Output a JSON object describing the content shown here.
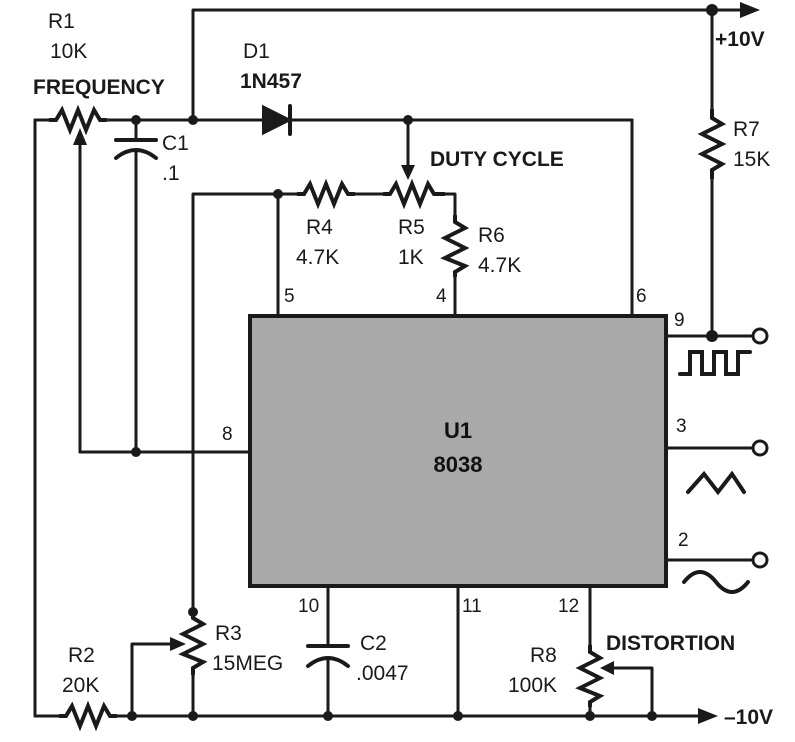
{
  "supply": {
    "positive": "+10V",
    "negative": "–10V"
  },
  "ic": {
    "ref": "U1",
    "part": "8038",
    "body_color": "#a9a9a9",
    "pins": [
      "5",
      "4",
      "6",
      "9",
      "8",
      "3",
      "2",
      "10",
      "11",
      "12"
    ]
  },
  "components": {
    "r1": {
      "ref": "R1",
      "value": "10K",
      "label": "FREQUENCY"
    },
    "c1": {
      "ref": "C1",
      "value": ".1"
    },
    "d1": {
      "ref": "D1",
      "value": "1N457"
    },
    "r4": {
      "ref": "R4",
      "value": "4.7K"
    },
    "r5": {
      "ref": "R5",
      "value": "1K",
      "label": "DUTY CYCLE"
    },
    "r6": {
      "ref": "R6",
      "value": "4.7K"
    },
    "r7": {
      "ref": "R7",
      "value": "15K"
    },
    "r3": {
      "ref": "R3",
      "value": "15MEG"
    },
    "c2": {
      "ref": "C2",
      "value": ".0047"
    },
    "r2": {
      "ref": "R2",
      "value": "20K"
    },
    "r8": {
      "ref": "R8",
      "value": "100K",
      "label": "DISTORTION"
    }
  },
  "outputs": [
    {
      "pin": "9",
      "waveform": "square-wave-icon"
    },
    {
      "pin": "3",
      "waveform": "triangle-wave-icon"
    },
    {
      "pin": "2",
      "waveform": "sine-wave-icon"
    }
  ]
}
